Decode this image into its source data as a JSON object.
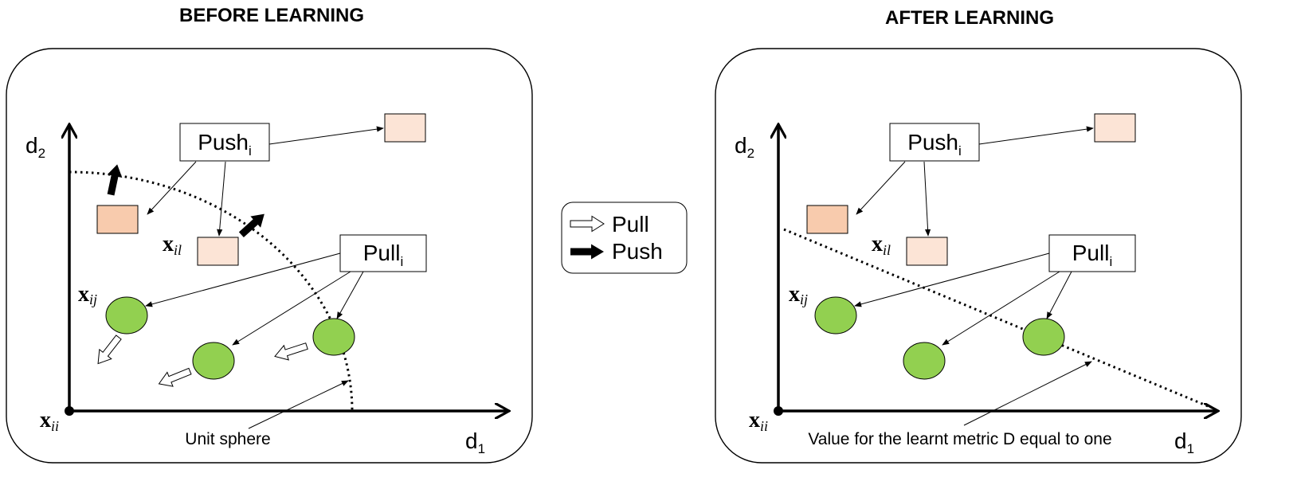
{
  "before": {
    "title": "BEFORE LEARNING",
    "d2": "d",
    "d2_sub": "2",
    "d1": "d",
    "d1_sub": "1",
    "origin": "x",
    "origin_sub": "ii",
    "push": "Push",
    "push_sub": "i",
    "pull": "Pull",
    "pull_sub": "i",
    "xil": "x",
    "xil_sub": "il",
    "xij": "x",
    "xij_sub": "ij",
    "caption": "Unit sphere"
  },
  "after": {
    "title": "AFTER LEARNING",
    "d2": "d",
    "d2_sub": "2",
    "d1": "d",
    "d1_sub": "1",
    "origin": "x",
    "origin_sub": "ii",
    "push": "Push",
    "push_sub": "i",
    "pull": "Pull",
    "pull_sub": "i",
    "xil": "x",
    "xil_sub": "il",
    "xij": "x",
    "xij_sub": "ij",
    "caption": "Value for the learnt metric D equal to one"
  },
  "legend": {
    "pull": "Pull",
    "push": "Push"
  },
  "colors": {
    "green": "#92d050",
    "push_dark": "#f8cbad",
    "push_light": "#fce4d6",
    "line": "#000000"
  }
}
